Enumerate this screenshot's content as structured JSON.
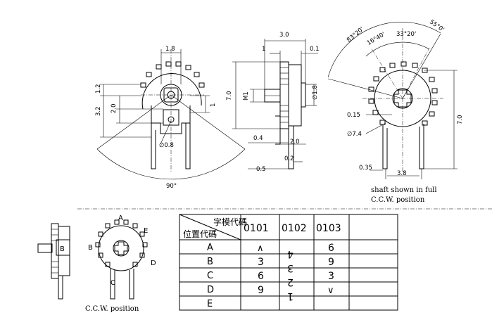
{
  "dimensions": {
    "front": {
      "top_width": "1.8",
      "h1": "1.2",
      "h2": "3.2",
      "h3": "2.0",
      "right": "1",
      "hole": "∅0.8",
      "angle": "90°"
    },
    "side": {
      "overall": "3.0",
      "left": "1",
      "right": "0.1",
      "height": "7.0",
      "shaft": "M1",
      "bore": "∅1.8",
      "d04": "0.4",
      "d20": "2.0",
      "d05": "0.5",
      "d02": "0.2"
    },
    "rear": {
      "a1": "83°20'",
      "a2": "55°0'",
      "a3": "16°40'",
      "a4": "33°20'",
      "d015": "0.15",
      "dia": "∅7.4",
      "d035": "0.35",
      "d38": "3.8",
      "d70": "7.0"
    }
  },
  "shaft_note_line1": "shaft shown in full",
  "shaft_note_line2": "C.C.W. position",
  "knob_letter": "B",
  "position_letters": {
    "a": "A",
    "b": "B",
    "c": "C",
    "d": "D",
    "e": "E"
  },
  "ccw_caption": "C.C.W. position",
  "table": {
    "header_top": "字模代碼",
    "header_bottom": "位置代碼",
    "columns": [
      "0101",
      "0102",
      "0103"
    ],
    "rows": [
      {
        "pos": "A",
        "cells": [
          "∧",
          "4",
          "6"
        ]
      },
      {
        "pos": "B",
        "cells": [
          "3",
          "3",
          "9"
        ]
      },
      {
        "pos": "C",
        "cells": [
          "6",
          "2",
          "3"
        ]
      },
      {
        "pos": "D",
        "cells": [
          "9",
          "1",
          "∨"
        ]
      },
      {
        "pos": "E",
        "cells": [
          "",
          "",
          ""
        ]
      }
    ]
  }
}
